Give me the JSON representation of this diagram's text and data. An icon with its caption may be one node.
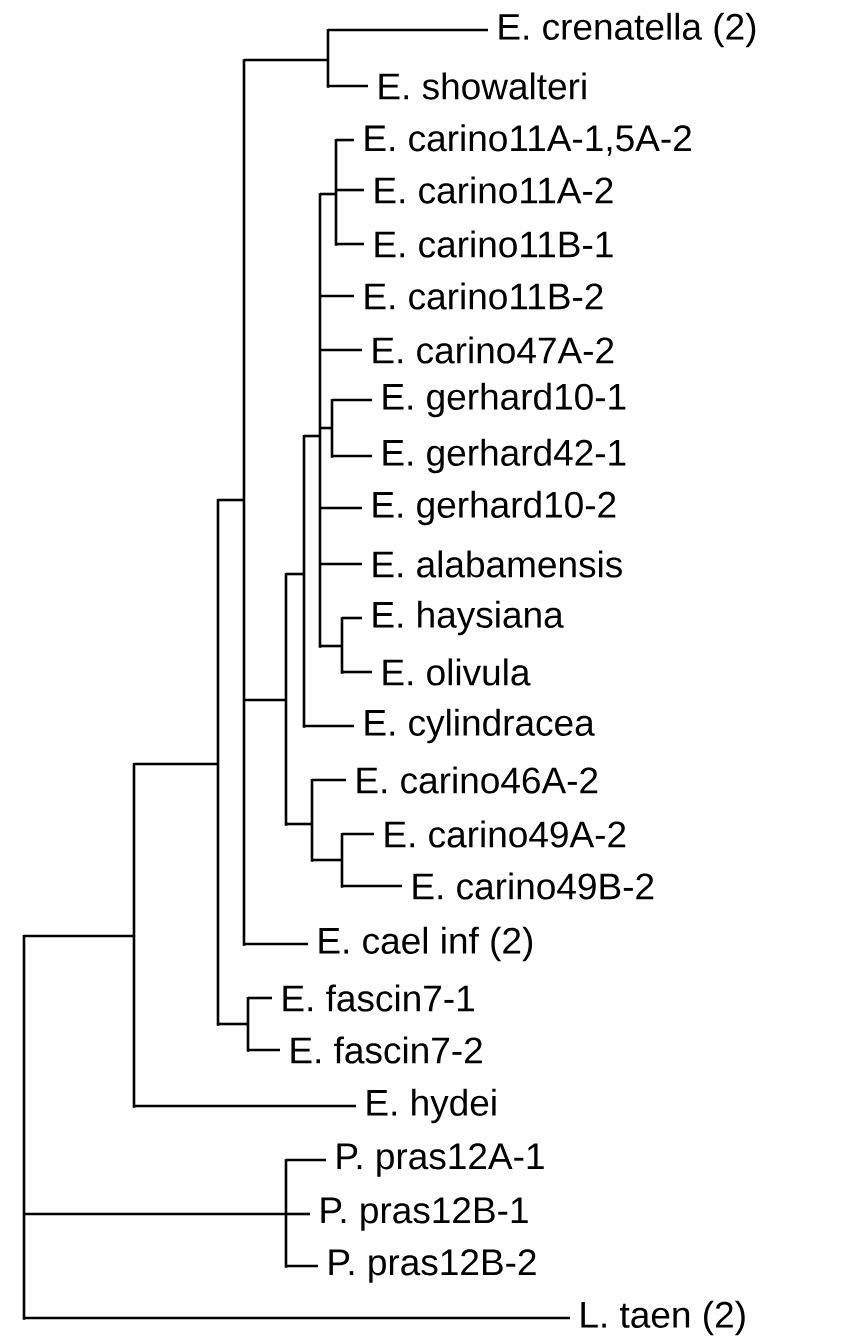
{
  "diagram": {
    "nodes": [
      {
        "text": [
          "E. crenatella (2)"
        ]
      },
      {
        "text": [
          "E. showalteri"
        ]
      },
      {
        "text": [
          "E. carino11A-1,5A-2"
        ]
      },
      {
        "text": [
          "E. carino11A-2"
        ]
      },
      {
        "text": [
          "E. carino11B-1"
        ]
      },
      {
        "text": [
          "E. carino11B-2"
        ]
      },
      {
        "text": [
          "E. carino47A-2"
        ]
      },
      {
        "text": [
          "E. gerhard10-1"
        ]
      },
      {
        "text": [
          "E. gerhard42-1"
        ]
      },
      {
        "text": [
          "E. gerhard10-2"
        ]
      },
      {
        "text": [
          "E. alabamensis"
        ]
      },
      {
        "text": [
          "E. haysiana"
        ]
      },
      {
        "text": [
          "E. olivula"
        ]
      },
      {
        "text": [
          "E. cylindracea"
        ]
      },
      {
        "text": [
          "E. carino46A-2"
        ]
      },
      {
        "text": [
          "E. carino49A-2"
        ]
      },
      {
        "text": [
          "E. carino49B-2"
        ]
      },
      {
        "text": [
          "E. cael inf (2)"
        ]
      },
      {
        "text": [
          "E. fascin7-1"
        ]
      },
      {
        "text": [
          "E. fascin7-2"
        ]
      },
      {
        "text": [
          "E. hydei"
        ]
      },
      {
        "text": [
          "P. pras12A-1"
        ]
      },
      {
        "text": [
          "P. pras12B-1"
        ]
      },
      {
        "text": [
          "P. pras12B-2"
        ]
      },
      {
        "text": [
          "L. taen (2)"
        ]
      },
      {
        "text": [],
        "shape": "bar"
      },
      {
        "text": [],
        "shape": "bar"
      },
      {
        "text": [],
        "shape": "bar"
      },
      {
        "text": [],
        "shape": "bar"
      },
      {
        "text": [],
        "shape": "bar"
      },
      {
        "text": [],
        "shape": "bar"
      },
      {
        "text": [],
        "shape": "bar"
      },
      {
        "text": [],
        "shape": "bar"
      },
      {
        "text": [],
        "shape": "bar"
      },
      {
        "text": [],
        "shape": "bar"
      },
      {
        "text": [],
        "shape": "bar"
      },
      {
        "text": [],
        "shape": "bar"
      },
      {
        "text": [],
        "shape": "bar"
      },
      {
        "text": [],
        "shape": "bar"
      },
      {
        "text": [],
        "shape": "bar"
      }
    ],
    "edges": [
      {
        "from": 25,
        "to": 26,
        "arrow": "none"
      },
      {
        "from": 25,
        "to": 30,
        "arrow": "none"
      },
      {
        "from": 25,
        "to": 24,
        "arrow": "none"
      },
      {
        "from": 26,
        "to": 27,
        "arrow": "none"
      },
      {
        "from": 26,
        "to": 20,
        "arrow": "none"
      },
      {
        "from": 27,
        "to": 28,
        "arrow": "none"
      },
      {
        "from": 27,
        "to": 29,
        "arrow": "none"
      },
      {
        "from": 28,
        "to": 35,
        "arrow": "none"
      },
      {
        "from": 28,
        "to": 31,
        "arrow": "none"
      },
      {
        "from": 28,
        "to": 17,
        "arrow": "none"
      },
      {
        "from": 35,
        "to": 0,
        "arrow": "none"
      },
      {
        "from": 35,
        "to": 1,
        "arrow": "none"
      },
      {
        "from": 31,
        "to": 32,
        "arrow": "none"
      },
      {
        "from": 31,
        "to": 33,
        "arrow": "none"
      },
      {
        "from": 32,
        "to": 34,
        "arrow": "none"
      },
      {
        "from": 32,
        "to": 13,
        "arrow": "none"
      },
      {
        "from": 34,
        "to": 36,
        "arrow": "none"
      },
      {
        "from": 34,
        "to": 5,
        "arrow": "none"
      },
      {
        "from": 34,
        "to": 6,
        "arrow": "none"
      },
      {
        "from": 34,
        "to": 37,
        "arrow": "none"
      },
      {
        "from": 34,
        "to": 9,
        "arrow": "none"
      },
      {
        "from": 34,
        "to": 10,
        "arrow": "none"
      },
      {
        "from": 34,
        "to": 38,
        "arrow": "none"
      },
      {
        "from": 36,
        "to": 2,
        "arrow": "none"
      },
      {
        "from": 36,
        "to": 3,
        "arrow": "none"
      },
      {
        "from": 36,
        "to": 4,
        "arrow": "none"
      },
      {
        "from": 37,
        "to": 7,
        "arrow": "none"
      },
      {
        "from": 37,
        "to": 8,
        "arrow": "none"
      },
      {
        "from": 38,
        "to": 11,
        "arrow": "none"
      },
      {
        "from": 38,
        "to": 12,
        "arrow": "none"
      },
      {
        "from": 33,
        "to": 14,
        "arrow": "none"
      },
      {
        "from": 33,
        "to": 39,
        "arrow": "none"
      },
      {
        "from": 39,
        "to": 15,
        "arrow": "none"
      },
      {
        "from": 39,
        "to": 16,
        "arrow": "none"
      },
      {
        "from": 29,
        "to": 18,
        "arrow": "none"
      },
      {
        "from": 29,
        "to": 19,
        "arrow": "none"
      },
      {
        "from": 30,
        "to": 21,
        "arrow": "none"
      },
      {
        "from": 30,
        "to": 22,
        "arrow": "none"
      },
      {
        "from": 30,
        "to": 23,
        "arrow": "none"
      }
    ]
  }
}
